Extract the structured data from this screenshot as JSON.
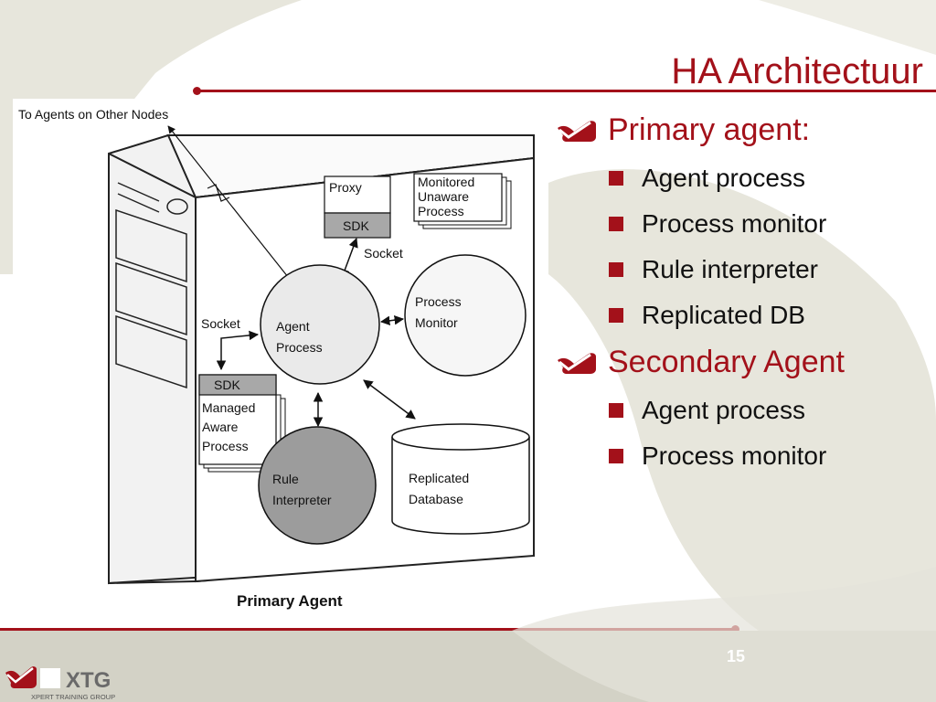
{
  "slide": {
    "title": "HA Architectuur",
    "page_number": "15",
    "logo": {
      "name": "XTG",
      "tagline": "Xpert Training Group"
    }
  },
  "bullets": [
    {
      "label": "Primary agent:",
      "items": [
        "Agent process",
        "Process monitor",
        "Rule interpreter",
        "Replicated DB"
      ]
    },
    {
      "label": "Secondary Agent",
      "items": [
        "Agent process",
        "Process monitor"
      ]
    }
  ],
  "diagram": {
    "top_note": "To Agents on Other Nodes",
    "caption": "Primary Agent",
    "proxy": "Proxy",
    "sdk_top": "SDK",
    "monitored": [
      "Monitored",
      "Unaware",
      "Process"
    ],
    "socket_top": "Socket",
    "socket_left": "Socket",
    "agent": [
      "Agent",
      "Process"
    ],
    "monitor": [
      "Process",
      "Monitor"
    ],
    "sdk_left": "SDK",
    "managed": [
      "Managed",
      "Aware",
      "Process"
    ],
    "rule": [
      "Rule",
      "Interpreter"
    ],
    "database": [
      "Replicated",
      "Database"
    ]
  },
  "colors": {
    "accent": "#a3111a",
    "footer": "#d3d2c6",
    "swoosh": "#e7e6dc"
  }
}
